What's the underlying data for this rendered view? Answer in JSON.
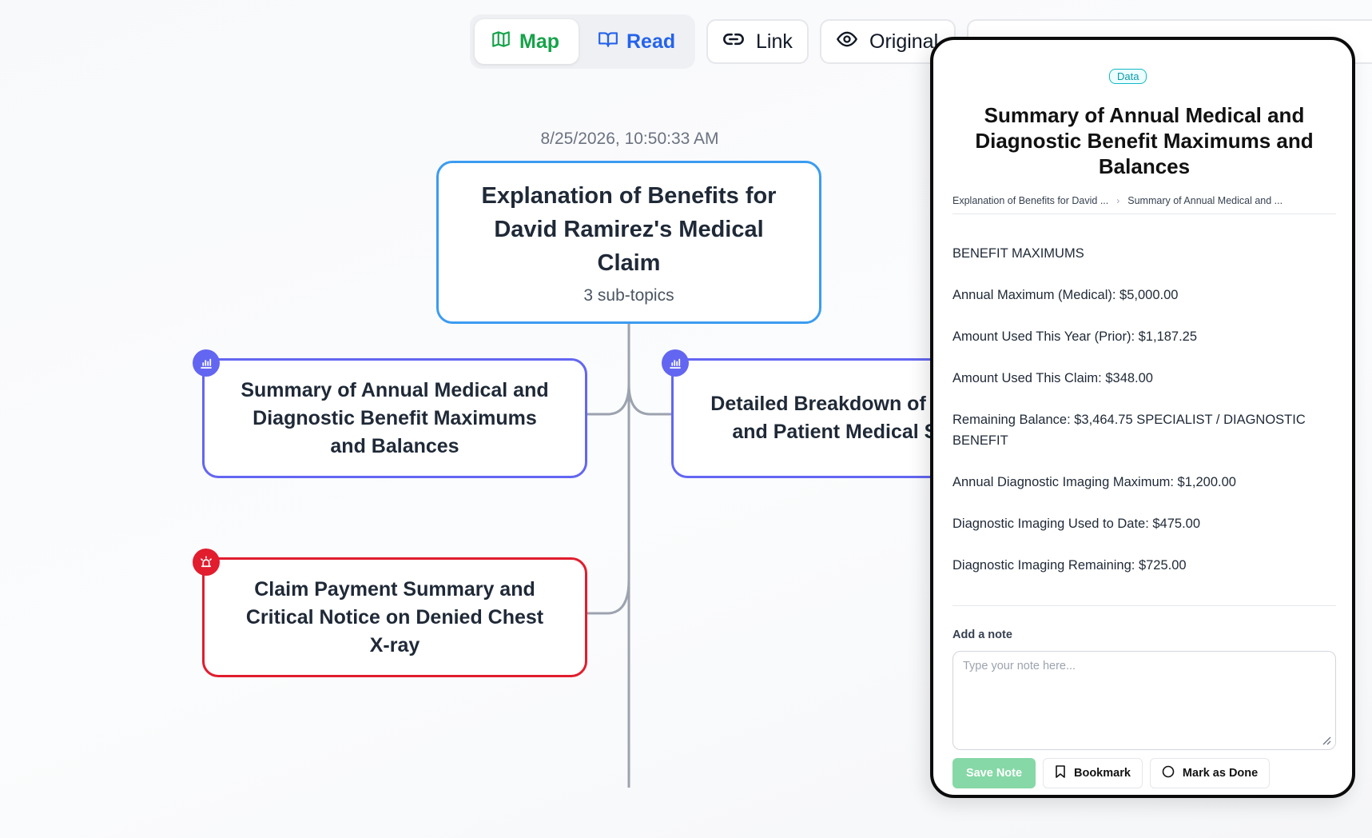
{
  "toolbar": {
    "map_label": "Map",
    "read_label": "Read",
    "link_label": "Link",
    "original_label": "Original"
  },
  "map": {
    "timestamp": "8/25/2026, 10:50:33 AM",
    "root": {
      "title": "Explanation of Benefits for David Ramirez's Medical Claim",
      "subtitle": "3 sub-topics"
    },
    "children": [
      {
        "title": "Summary of Annual Medical and Diagnostic Benefit Maximums and Balances",
        "icon": "bar-chart-icon",
        "color": "#6366f1"
      },
      {
        "title": "Detailed Breakdown of Covered, and Patient Medical Service",
        "icon": "bar-chart-icon",
        "color": "#6366f1"
      },
      {
        "title": "Claim Payment Summary and Critical Notice on Denied Chest X-ray",
        "icon": "alarm-icon",
        "color": "#e11d2e"
      }
    ]
  },
  "panel": {
    "tag": "Data",
    "title": "Summary of Annual Medical and Diagnostic Benefit Maximums and Balances",
    "breadcrumb": [
      "Explanation of Benefits for David ...",
      "Summary of Annual Medical and ..."
    ],
    "content": [
      "BENEFIT MAXIMUMS",
      "Annual Maximum (Medical): $5,000.00",
      "Amount Used This Year (Prior): $1,187.25",
      "Amount Used This Claim: $348.00",
      "Remaining Balance: $3,464.75 SPECIALIST / DIAGNOSTIC BENEFIT",
      "Annual Diagnostic Imaging Maximum: $1,200.00",
      "Diagnostic Imaging Used to Date: $475.00",
      "Diagnostic Imaging Remaining: $725.00"
    ],
    "note_label": "Add a note",
    "note_placeholder": "Type your note here...",
    "save_label": "Save Note",
    "bookmark_label": "Bookmark",
    "done_label": "Mark as Done"
  },
  "colors": {
    "root_border": "#3b9cf0",
    "topic_border": "#6366f1",
    "alert": "#e11d2e",
    "map_active": "#16a34a",
    "read": "#2563eb",
    "save": "#86d8a6"
  }
}
